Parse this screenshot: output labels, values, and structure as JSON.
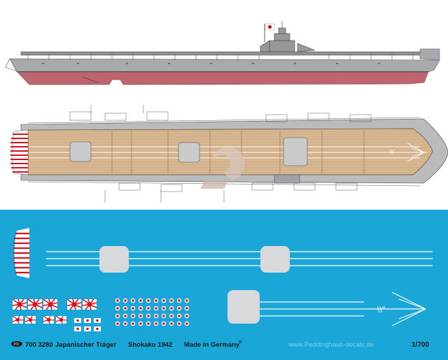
{
  "footer": {
    "catalog": "700 3280",
    "subject": "Japanischer Träger",
    "ship": "Shokaku 1942",
    "made_in": "Made in Germany",
    "registered_mark": "®",
    "website": "www.Peddinghaus-decals.de",
    "scale": "1/700"
  },
  "deck_marking": "\\\\\"",
  "colors": {
    "decal_sheet_background": "#1aa7d8",
    "hull_grey": "#a7a9ac",
    "hull_red": "#c06470",
    "wood_deck": "#d6b690",
    "roundel_red": "#d8111e",
    "watermark": "#d8c4bc"
  },
  "icons": [
    "logo-icon",
    "flag-icon",
    "rising-sun-flag-icon",
    "hinomaru-icon",
    "elevator-icon",
    "watermark-icon"
  ]
}
